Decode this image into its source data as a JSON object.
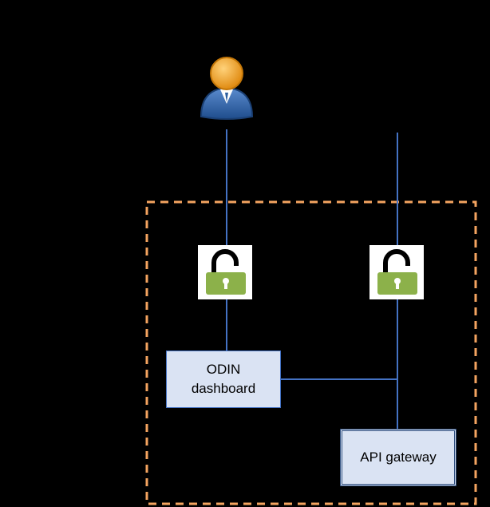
{
  "diagram": {
    "nodes": {
      "odin_dashboard": {
        "label_line1": "ODIN",
        "label_line2": "dashboard"
      },
      "api_gateway": {
        "label": "API gateway"
      }
    },
    "icons": {
      "user": "user-icon",
      "lock_left": "unlocked-padlock-icon",
      "lock_right": "unlocked-padlock-icon"
    },
    "colors": {
      "background": "#000000",
      "boundary": "#f4a460",
      "connector": "#4472c4",
      "box_fill": "#dae3f3",
      "lock_green": "#8cb14a",
      "user_head": "#f5a623",
      "user_body": "#2e5f9e"
    }
  }
}
